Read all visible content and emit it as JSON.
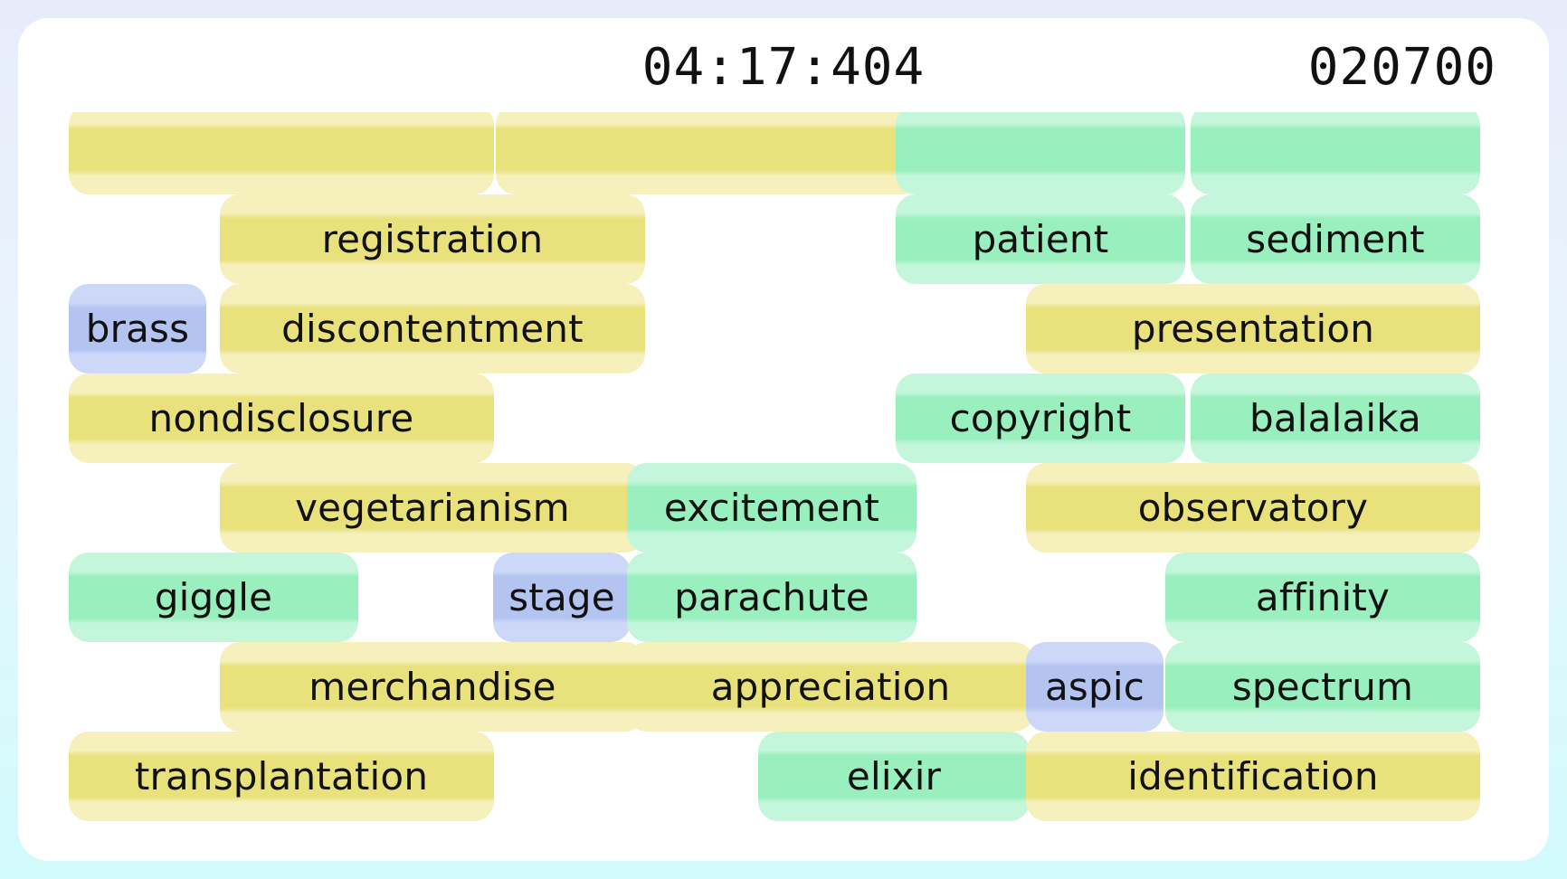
{
  "window": {
    "background_top": "#e7ecfb",
    "background_bottom": "#d2fbfd",
    "card_background": "#ffffff"
  },
  "header": {
    "timer": "04:17:404",
    "score": "020700"
  },
  "colors": {
    "yellow_light": "#f6f0bd",
    "yellow_mid": "#e9e17b",
    "green_light": "#c3f6da",
    "green_mid": "#99efbe",
    "blue_light": "#cdd8f8",
    "blue_mid": "#b3c4f1",
    "text": "#111111"
  },
  "board": {
    "columns": 4,
    "rows": [
      {
        "clipped": true,
        "cells": [
          {
            "text": "",
            "color": "yellow",
            "present": true
          },
          {
            "text": "",
            "color": "yellow",
            "present": true
          },
          {
            "text": "",
            "color": "green",
            "present": true
          },
          {
            "text": "",
            "color": "green",
            "present": true
          }
        ]
      },
      {
        "clipped": false,
        "cells": [
          {
            "text": "registration",
            "color": "yellow",
            "present": true
          },
          {
            "text": "",
            "color": "yellow",
            "present": false
          },
          {
            "text": "patient",
            "color": "green",
            "present": true
          },
          {
            "text": "sediment",
            "color": "green",
            "present": true
          }
        ]
      },
      {
        "clipped": false,
        "cells": [
          {
            "text": "discontentment",
            "color": "yellow",
            "present": true,
            "prefix": {
              "text": "brass",
              "color": "blue"
            }
          },
          {
            "text": "",
            "color": "yellow",
            "present": false
          },
          {
            "text": "presentation",
            "color": "yellow",
            "present": true,
            "span2": true
          },
          {
            "text": "",
            "color": "yellow",
            "present": false
          }
        ]
      },
      {
        "clipped": false,
        "cells": [
          {
            "text": "nondisclosure",
            "color": "yellow",
            "present": true
          },
          {
            "text": "",
            "color": "yellow",
            "present": false
          },
          {
            "text": "copyright",
            "color": "green",
            "present": true
          },
          {
            "text": "balalaika",
            "color": "green",
            "present": true
          }
        ]
      },
      {
        "clipped": false,
        "cells": [
          {
            "text": "vegetarianism",
            "color": "yellow",
            "present": true
          },
          {
            "text": "excitement",
            "color": "green",
            "present": true
          },
          {
            "text": "observatory",
            "color": "yellow",
            "present": true,
            "span2": true
          },
          {
            "text": "",
            "color": "yellow",
            "present": false
          }
        ]
      },
      {
        "clipped": false,
        "cells": [
          {
            "text": "giggle",
            "color": "green",
            "present": true,
            "align": "left",
            "suffix": {
              "text": "stage",
              "color": "blue"
            }
          },
          {
            "text": "parachute",
            "color": "green",
            "present": true
          },
          {
            "text": "",
            "color": "green",
            "present": false
          },
          {
            "text": "affinity",
            "color": "green",
            "present": true
          }
        ]
      },
      {
        "clipped": false,
        "cells": [
          {
            "text": "merchandise",
            "color": "yellow",
            "present": true
          },
          {
            "text": "appreciation",
            "color": "yellow",
            "present": true
          },
          {
            "text": "aspic",
            "color": "blue",
            "present": true
          },
          {
            "text": "spectrum",
            "color": "green",
            "present": true
          }
        ]
      },
      {
        "clipped": false,
        "cells": [
          {
            "text": "transplantation",
            "color": "yellow",
            "present": true,
            "align": "left"
          },
          {
            "text": "elixir",
            "color": "green",
            "present": true
          },
          {
            "text": "identification",
            "color": "yellow",
            "present": true,
            "span2": true
          },
          {
            "text": "",
            "color": "yellow",
            "present": false
          }
        ]
      }
    ],
    "words": [
      "registration",
      "patient",
      "sediment",
      "brass",
      "discontentment",
      "presentation",
      "nondisclosure",
      "copyright",
      "balalaika",
      "vegetarianism",
      "excitement",
      "observatory",
      "giggle",
      "stage",
      "parachute",
      "affinity",
      "merchandise",
      "appreciation",
      "aspic",
      "spectrum",
      "transplantation",
      "elixir",
      "identification"
    ]
  }
}
